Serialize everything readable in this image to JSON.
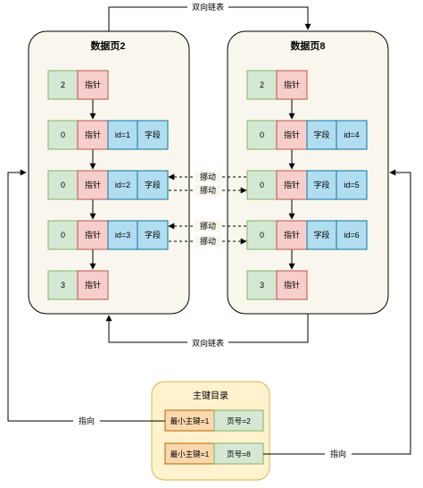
{
  "top_link_label": "双向链表",
  "bottom_link_label": "双向链表",
  "move_label": "挪动",
  "point_label_left": "指向",
  "point_label_right": "指向",
  "page2": {
    "title": "数据页2",
    "rows": [
      {
        "num": "2",
        "ptr": "指针"
      },
      {
        "num": "0",
        "ptr": "指针",
        "id": "id=1",
        "field": "字段"
      },
      {
        "num": "0",
        "ptr": "指针",
        "id": "id=2",
        "field": "字段"
      },
      {
        "num": "0",
        "ptr": "指针",
        "id": "id=3",
        "field": "字段"
      },
      {
        "num": "3",
        "ptr": "指针"
      }
    ]
  },
  "page8": {
    "title": "数据页8",
    "rows": [
      {
        "num": "2",
        "ptr": "指针"
      },
      {
        "num": "0",
        "ptr": "指针",
        "field": "字段",
        "id": "id=4"
      },
      {
        "num": "0",
        "ptr": "指针",
        "field": "字段",
        "id": "id=5"
      },
      {
        "num": "0",
        "ptr": "指针",
        "field": "字段",
        "id": "id=6"
      },
      {
        "num": "3",
        "ptr": "指针"
      }
    ]
  },
  "directory": {
    "title": "主键目录",
    "rows": [
      {
        "min_key": "最小主键=1",
        "page": "页号=2"
      },
      {
        "min_key": "最小主键=1",
        "page": "页号=8"
      }
    ]
  },
  "colors": {
    "container_fill": "#f9f7ed",
    "directory_fill": "#fff2cc",
    "directory_stroke": "#d6b656",
    "green_fill": "#d5e8d4",
    "green_stroke": "#82b366",
    "red_fill": "#f8cecc",
    "red_stroke": "#b85450",
    "blue_fill": "#b1ddf0",
    "blue_stroke": "#10739e",
    "orange_fill": "#fad7ac",
    "orange_stroke": "#b46504"
  }
}
